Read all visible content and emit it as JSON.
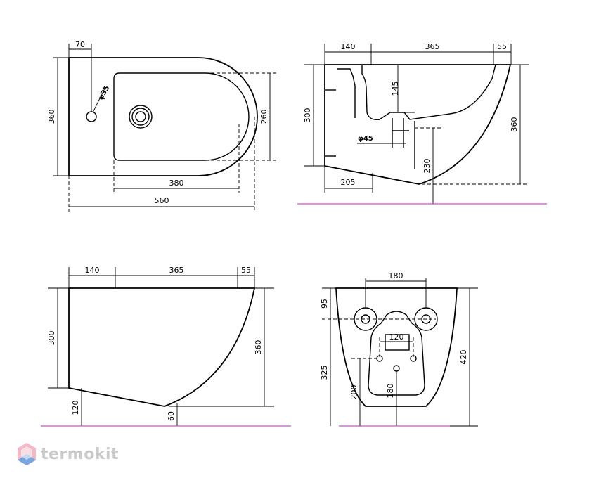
{
  "top_view": {
    "width_70": "70",
    "dia_35": "φ35",
    "height_360": "360",
    "bowl_height_260": "260",
    "bowl_length_380": "380",
    "total_length_560": "560"
  },
  "side_section": {
    "d140": "140",
    "d365": "365",
    "d55": "55",
    "d145": "145",
    "d300": "300",
    "d360": "360",
    "dia_45": "φ45",
    "d230": "230",
    "d205": "205"
  },
  "side_view": {
    "d140": "140",
    "d365": "365",
    "d55": "55",
    "d300": "300",
    "d360": "360",
    "d120": "120",
    "d60": "60"
  },
  "rear_view": {
    "d180_top": "180",
    "d95": "95",
    "d120": "120",
    "d420": "420",
    "d325": "325",
    "d200": "200",
    "d180_bottom": "180"
  },
  "brand": {
    "name": "termokit",
    "colors": {
      "logo_light": "#f2b8c6",
      "logo_blue": "#7aa6e0",
      "text": "#c9c9c9"
    }
  },
  "colors": {
    "floor_line": "#d24fd8",
    "lines": "#000000"
  }
}
